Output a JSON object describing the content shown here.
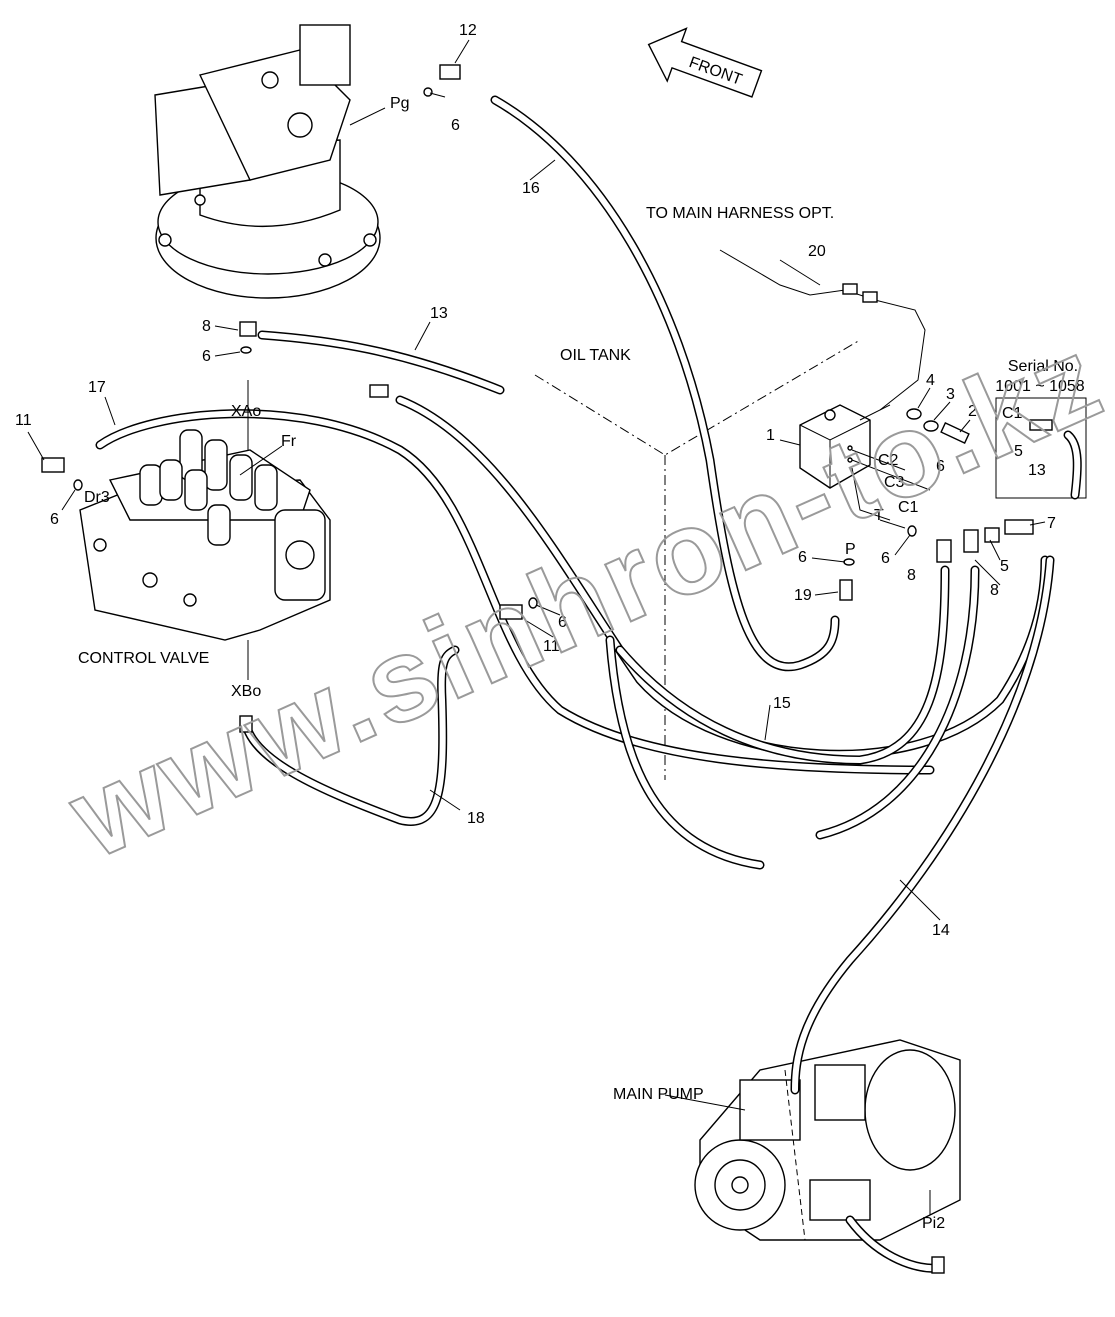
{
  "title": "",
  "watermark": "www.sinhron-to.kz",
  "front_arrow": "FRONT",
  "components": {
    "control_valve": "CONTROL VALVE",
    "main_pump": "MAIN PUMP",
    "oil_tank": "OIL TANK",
    "harness": "TO MAIN HARNESS OPT."
  },
  "serial_box": {
    "title": "Serial No.",
    "range": "1001 ~ 1058",
    "labels": [
      "C1",
      "5",
      "13"
    ]
  },
  "ports": {
    "pg": "Pg",
    "xao": "XAo",
    "fr": "Fr",
    "dr3": "Dr3",
    "xbo": "XBo",
    "c1": "C1",
    "c2": "C2",
    "c3": "C3",
    "t": "T",
    "p": "P",
    "pi2": "Pi2"
  },
  "callouts": {
    "n1": "1",
    "n2": "2",
    "n3": "3",
    "n4": "4",
    "n5": "5",
    "n6": "6",
    "n7": "7",
    "n8": "8",
    "n11": "11",
    "n12": "12",
    "n13": "13",
    "n14": "14",
    "n15": "15",
    "n16": "16",
    "n17": "17",
    "n18": "18",
    "n19": "19",
    "n20": "20"
  }
}
